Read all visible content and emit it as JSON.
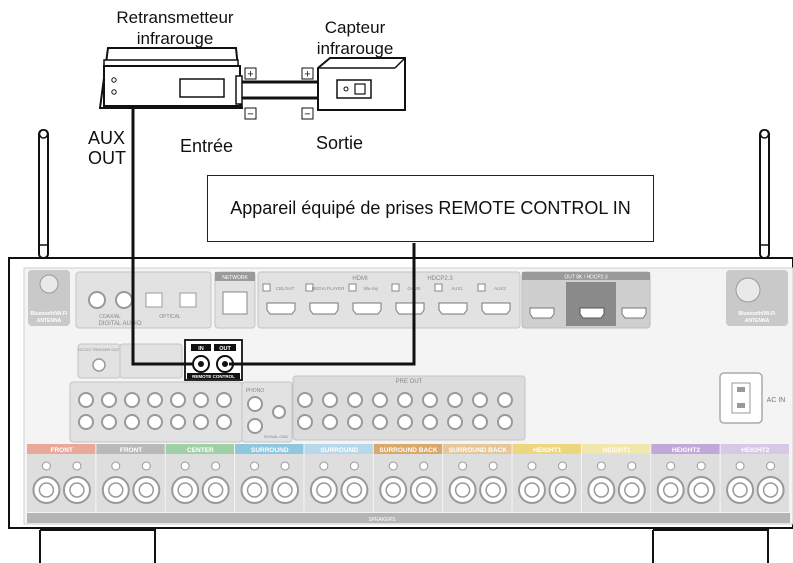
{
  "labels": {
    "transmitter_line1": "Retransmetteur",
    "transmitter_line2": "infrarouge",
    "sensor_line1": "Capteur",
    "sensor_line2": "infrarouge",
    "aux_line1": "AUX",
    "aux_line2": "OUT",
    "input": "Entrée",
    "output": "Sortie",
    "callout": "Appareil équipé de prises REMOTE CONTROL IN"
  },
  "polarity": {
    "plus": "+",
    "minus": "−"
  },
  "receiver": {
    "antenna_label_line1": "Bluetooth/Wi-Fi",
    "antenna_label_line2": "ANTENNA",
    "network": "NETWORK",
    "hdmi_header": "HDMI",
    "hdcp_header": "HDCP2.3",
    "hdmi_inputs": [
      "CBL/SAT",
      "MEDIA PLAYER",
      "Blu-ray",
      "GAME",
      "AUX1",
      "AUX2"
    ],
    "hdmi_out_header": "OUT 8K / HDCP2.3",
    "remote_in": "IN",
    "remote_out": "OUT",
    "remote_control": "REMOTE CONTROL",
    "trigger_out": "DC12V TRIGGER OUT",
    "pre_out": "PRE OUT",
    "ac_in": "AC IN",
    "digital_audio": "DIGITAL AUDIO",
    "optical": "OPTICAL",
    "coaxial": "COAXIAL",
    "phono": "PHONO",
    "signal_gnd": "SIGNAL GND",
    "speakers": "SPEAKERS",
    "speaker_sections": [
      {
        "name": "FRONT",
        "color": "#e8a89a"
      },
      {
        "name": "FRONT",
        "color": "#b9b9b9"
      },
      {
        "name": "CENTER",
        "color": "#9fd0a6"
      },
      {
        "name": "SURROUND",
        "color": "#8ec7de"
      },
      {
        "name": "SURROUND",
        "color": "#b7d8ea"
      },
      {
        "name": "SURROUND BACK",
        "color": "#d9a86a"
      },
      {
        "name": "SURROUND BACK",
        "color": "#e6c79b"
      },
      {
        "name": "HEIGHT1",
        "color": "#ecd77f"
      },
      {
        "name": "HEIGHT1",
        "color": "#f1e6ab"
      },
      {
        "name": "HEIGHT2",
        "color": "#c0a8d8"
      },
      {
        "name": "HEIGHT2",
        "color": "#d6c8e6"
      }
    ]
  }
}
